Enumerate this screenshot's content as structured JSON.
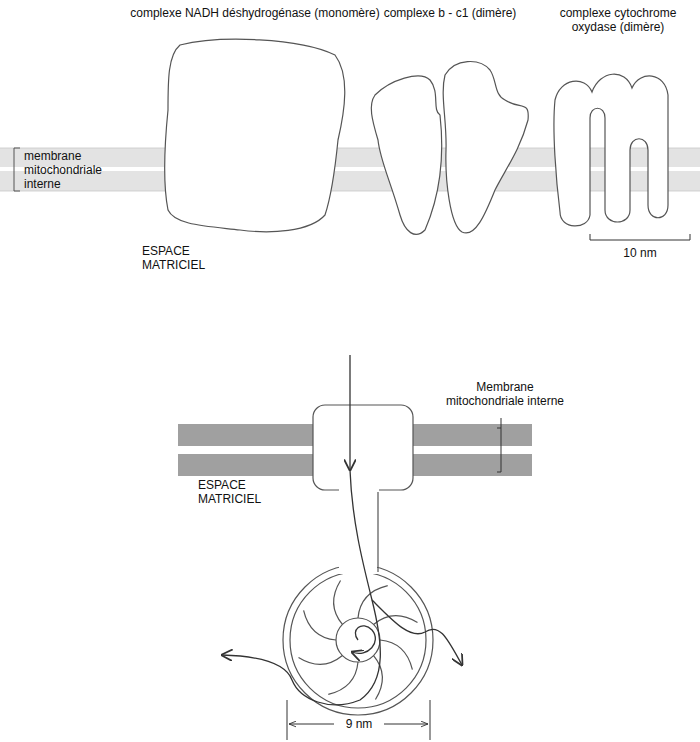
{
  "diagram": {
    "nodes": [
      {
        "text": [
          "complexe NADH déshydrogénase (monomère)"
        ]
      },
      {
        "text": [
          "complexe b - c1 (dimère)"
        ]
      },
      {
        "text": [
          "complexe cytochrome oxydase (dimère)"
        ]
      }
    ],
    "labels": [
      "membrane mitochondriale interne",
      "ESPACE MATRICIEL",
      "10 nm",
      "Membrane mitochondriale interne",
      "ESPACE MATRICIEL",
      "9 nm"
    ]
  }
}
